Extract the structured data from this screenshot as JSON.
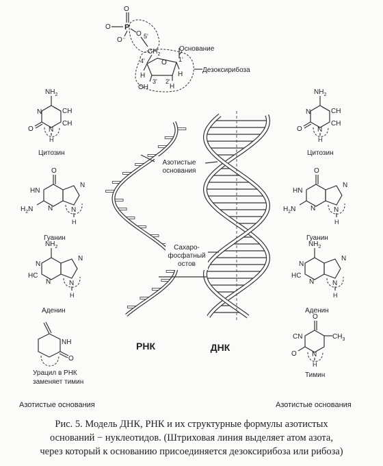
{
  "nucleotide": {
    "p": "P",
    "o": "O",
    "o_minus": "O⁻",
    "pos5": "5'",
    "ch2": "CH",
    "ch2_sub": "2",
    "pos4": "4'",
    "pos1": "1'",
    "pos3": "3'",
    "pos2": "2'",
    "h": "H",
    "oh": "OH",
    "label_base": "Основание",
    "label_sugar": "Дезоксирибоза"
  },
  "atoms": {
    "n": "N",
    "h": "H",
    "o": "O",
    "hn": "HN",
    "hc": "HC",
    "cn": "CN",
    "ch": "CH",
    "ch3": "CH",
    "ch3_sub": "3",
    "nh2": "NH",
    "nh2_sub": "2",
    "h2n": "H",
    "h2n_sub": "2",
    "h2n_n": "N"
  },
  "left_bases": [
    {
      "name": "Цитозин"
    },
    {
      "name": "Гуанин"
    },
    {
      "name": "Аденин"
    },
    {
      "name": "Урацил в РНК",
      "note": "заменяет тимин"
    }
  ],
  "right_bases": [
    {
      "name": "Цитозин"
    },
    {
      "name": "Гуанин"
    },
    {
      "name": "Аденин"
    },
    {
      "name": "Тимин"
    }
  ],
  "helix": {
    "rna": "РНК",
    "dna": "ДНК",
    "bases_label": [
      "Азотистые",
      "основания"
    ],
    "backbone_label": [
      "Сахаро-",
      "фосфатный",
      "остов"
    ]
  },
  "footer": {
    "left": "Азотистые основания",
    "right": "Азотистые основания"
  },
  "caption": {
    "line1": "Рис. 5. Модель ДНК, РНК и их структурные формулы азотистых",
    "line2": "оснований − нуклеотидов. (Штриховая линия выделяет атом азота,",
    "line3": "через который к основанию присоединяется дезоксирибоза или рибоза)"
  }
}
